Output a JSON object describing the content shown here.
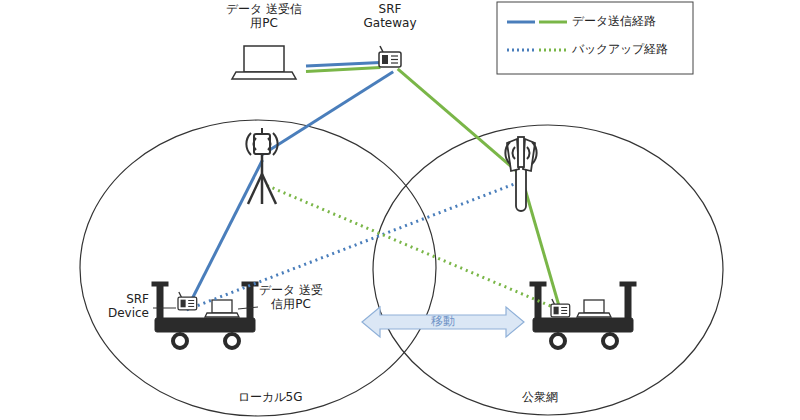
{
  "diagram": {
    "nodes": [
      {
        "text": [
          "データ 送受信用PC"
        ]
      },
      {
        "text": [
          "SRF Gateway"
        ]
      },
      {
        "text": []
      },
      {
        "text": []
      },
      {
        "text": [
          "SRF Device"
        ]
      },
      {
        "text": []
      }
    ],
    "edges": [
      {
        "from": 0,
        "to": 1,
        "arrow": "none"
      },
      {
        "from": 0,
        "to": 1,
        "arrow": "none"
      },
      {
        "from": 1,
        "to": 2,
        "arrow": "none"
      },
      {
        "from": 2,
        "to": 4,
        "arrow": "none"
      },
      {
        "from": 1,
        "to": 3,
        "arrow": "none"
      },
      {
        "from": 3,
        "to": 5,
        "arrow": "none"
      },
      {
        "from": 4,
        "to": 3,
        "arrow": "none"
      },
      {
        "from": 2,
        "to": 5,
        "arrow": "none"
      }
    ],
    "labels": [
      "データ 送受信用PC",
      "移動",
      "ローカル5G",
      "公衆網"
    ],
    "legend": [
      {
        "text": "データ送信経路"
      },
      {
        "text": "バックアップ経路"
      }
    ]
  }
}
